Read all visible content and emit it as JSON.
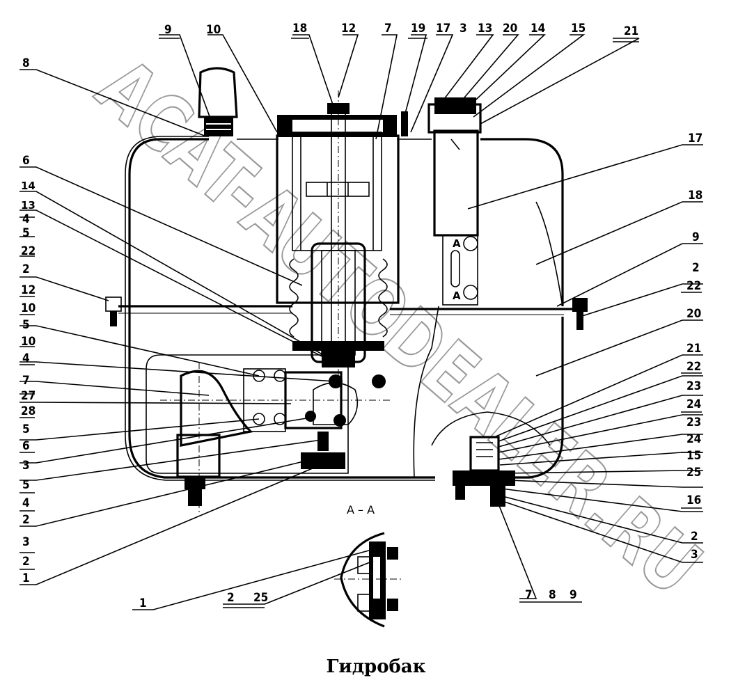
{
  "caption": "Гидробак",
  "section_label": "A – A",
  "section_marks": [
    "A",
    "A"
  ],
  "watermark": "ACAT-AUTODEALER.RU",
  "labels": {
    "top": [
      "9",
      "10",
      "18",
      "12",
      "7",
      "19",
      "17",
      "3",
      "13",
      "20",
      "14",
      "15",
      "21"
    ],
    "left": [
      "8",
      "6",
      "14",
      "13",
      "4",
      "5",
      "22",
      "2",
      "12",
      "10",
      "5",
      "10",
      "4",
      "7",
      "27",
      "28",
      "5",
      "6",
      "3",
      "5",
      "4",
      "2",
      "3",
      "2",
      "1"
    ],
    "right": [
      "17",
      "18",
      "9",
      "2",
      "22",
      "20",
      "21",
      "22",
      "23",
      "24",
      "23",
      "24",
      "15",
      "25",
      "16",
      "2",
      "3"
    ],
    "bottom": [
      "1",
      "2",
      "25",
      "7",
      "8",
      "9"
    ]
  },
  "colors": {
    "ink": "#000000",
    "watermark": "#9a9a9a",
    "paper": "#ffffff"
  }
}
